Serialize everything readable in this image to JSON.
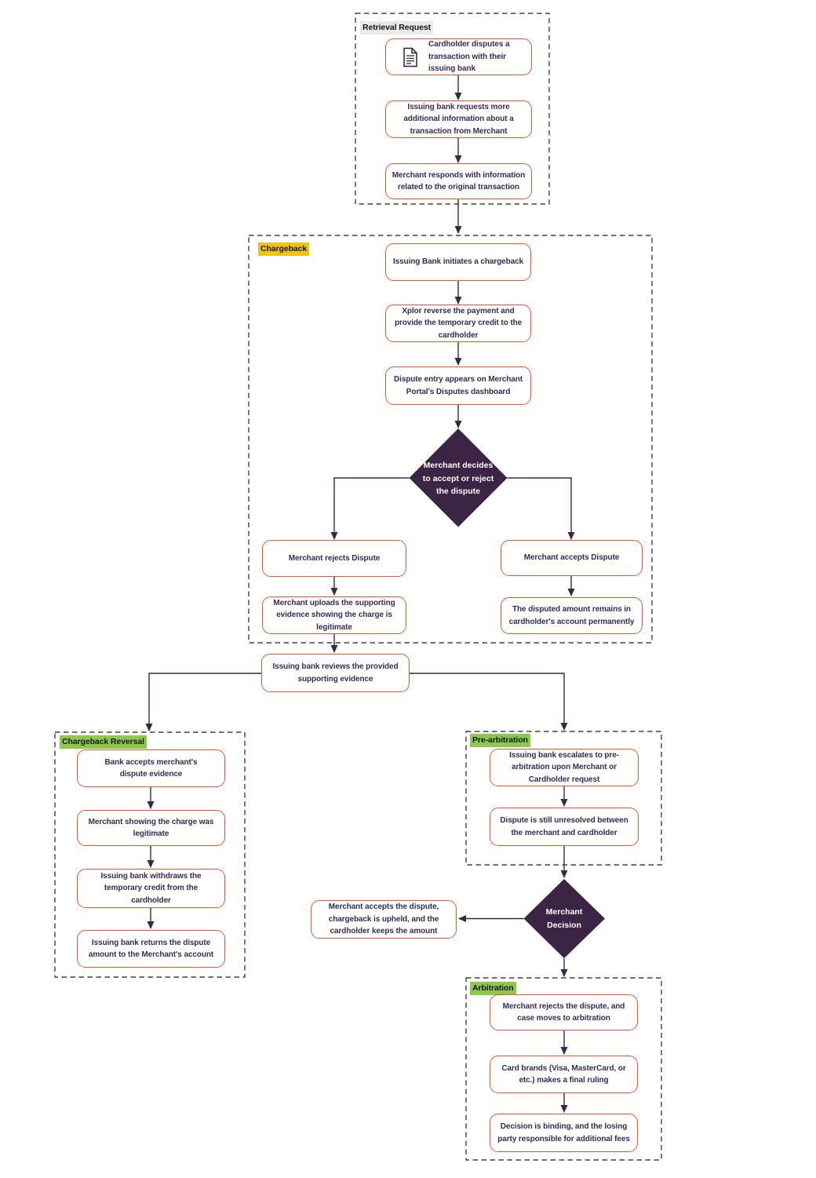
{
  "sections": {
    "retrieval": {
      "label": "Retrieval Request"
    },
    "chargeback": {
      "label": "Chargeback"
    },
    "chargeback_reversal": {
      "label": "Chargeback Reversal"
    },
    "pre_arbitration": {
      "label": "Pre-arbitration"
    },
    "arbitration": {
      "label": "Arbitration"
    }
  },
  "nodes": {
    "cardholder_disputes": "Cardholder disputes a\ntransaction with their\nissuing bank",
    "bank_requests_info": "Issuing bank requests more\nadditional information about a\ntransaction from Merchant",
    "merchant_responds": "Merchant responds with information\nrelated to the original transaction",
    "bank_initiates_chargeback": "Issuing Bank initiates a chargeback",
    "xplor_reverse": "Xplor reverse the payment and\nprovide the temporary credit to the\ncardholder",
    "dispute_entry": "Dispute entry appears on Merchant\nPortal's Disputes dashboard",
    "merchant_rejects": "Merchant rejects Dispute",
    "merchant_accepts": "Merchant accepts Dispute",
    "merchant_uploads": "Merchant uploads the supporting\nevidence showing the charge is\nlegitimate",
    "amount_remains": "The disputed amount remains in\ncardholder's account permanently",
    "bank_reviews": "Issuing bank reviews the provided\nsupporting evidence",
    "bank_accepts_evidence": "Bank accepts merchant's\ndispute evidence",
    "merchant_showing": "Merchant showing the charge was\nlegitimate",
    "bank_withdraws": "Issuing bank withdraws the\ntemporary credit from the\ncardholder",
    "bank_returns": "Issuing bank returns the dispute\namount to the Merchant's account",
    "bank_escalates": "Issuing bank escalates to pre-\narbitration upon Merchant or\nCardholder request",
    "dispute_unresolved": "Dispute is still unresolved between\nthe merchant and cardholder",
    "merchant_accepts_upheld": "Merchant accepts the dispute,\nchargeback is upheld, and the\ncardholder keeps the amount",
    "merchant_rejects_arbitration": "Merchant rejects the dispute, and\ncase moves to arbitration",
    "card_brands_ruling": "Card brands (Visa, MasterCard, or\netc.) makes a final ruling",
    "decision_binding": "Decision is binding, and the losing\nparty responsible for additional fees"
  },
  "decisions": {
    "merchant_decides": "Merchant decides\nto accept or reject\nthe dispute",
    "merchant_decision": "Merchant\nDecision"
  },
  "colors": {
    "node_border": "#f3532e",
    "node_text": "#322d58",
    "connector": "#3a2747",
    "diamond_fill": "#3b2444",
    "section_border": "#424242",
    "label_yellow": "#f1c40f",
    "label_green": "#8dc74b",
    "label_gray": "#e9e9e9"
  }
}
